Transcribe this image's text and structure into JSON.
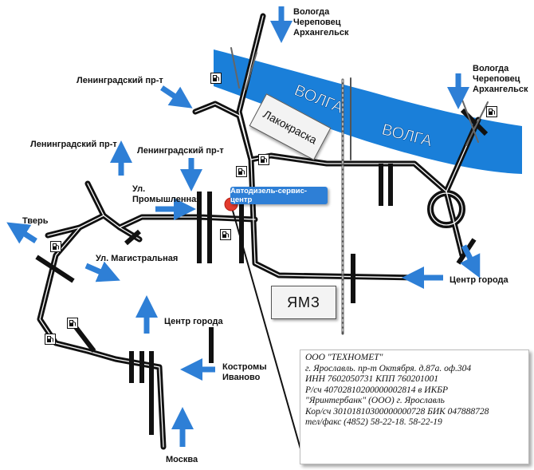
{
  "colors": {
    "river": "#1a7fd9",
    "arrow": "#2e7fd6",
    "road": "#111111",
    "marker": "#e23b2e"
  },
  "river": {
    "labels": [
      "ВОЛГА",
      "ВОЛГА"
    ]
  },
  "places": {
    "lakokraska": "Лакокраска",
    "ymz": "ЯМЗ",
    "target": "Автодизель-сервис-центр"
  },
  "directions": {
    "north_top": [
      "Вологда",
      "Череповец",
      "Архангельск"
    ],
    "north_right": [
      "Вологда",
      "Череповец",
      "Архангельск"
    ],
    "leningradsky_1": "Ленинградский пр-т",
    "leningradsky_2": "Ленинградский пр-т",
    "leningradsky_3": "Ленинградский пр-т",
    "promyshlennaya": [
      "Ул.",
      "Промышленная"
    ],
    "tver": "Тверь",
    "magistralnaya": "Ул. Магистральная",
    "center_left": "Центр города",
    "center_right": "Центр города",
    "kostroma": [
      "Костромы",
      "Иваново"
    ],
    "moscow": "Москва"
  },
  "icons": [
    "fuel-station-icon"
  ],
  "info": {
    "lines": [
      "ООО \"ТЕХНОМЕТ\"",
      "г. Ярославль. пр-т Октября. д.87а. оф.304",
      "ИНН 7602050731 КПП 760201001",
      "Р/сч 40702810200000002814 в ИКБР",
      "\"Яринтербанк\" (ООО) г. Ярославль",
      "Кор/сч 30101810300000000728 БИК 047888728",
      "тел/факс (4852) 58-22-18. 58-22-19"
    ]
  }
}
